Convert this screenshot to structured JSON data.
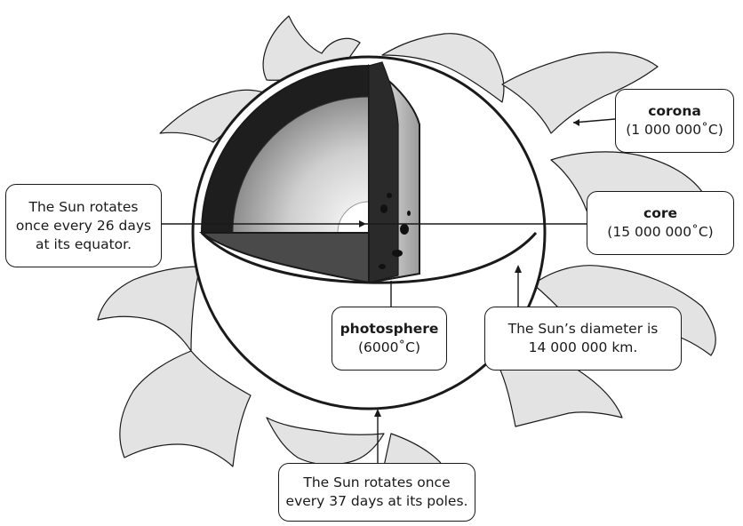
{
  "diagram": {
    "labels": {
      "corona": {
        "title": "corona",
        "value": "(1 000 000˚C)"
      },
      "core": {
        "title": "core",
        "value": "(15 000 000˚C)"
      },
      "photosphere": {
        "title": "photosphere",
        "value": "(6000˚C)"
      },
      "rotation_equator": {
        "line1": "The Sun rotates",
        "line2": "once every 26 days",
        "line3": "at its equator."
      },
      "diameter": {
        "line1": "The Sun’s diameter is",
        "line2": "14 000 000 km."
      },
      "rotation_poles": {
        "line1": "The Sun rotates once",
        "line2": "every 37 days at its poles."
      }
    },
    "colors": {
      "outline": "#1a1a1a",
      "corona_fill": "#e3e3e3",
      "cutaway_dark": "#1e1e1e",
      "core_light": "#ffffff",
      "background": "#ffffff"
    }
  }
}
